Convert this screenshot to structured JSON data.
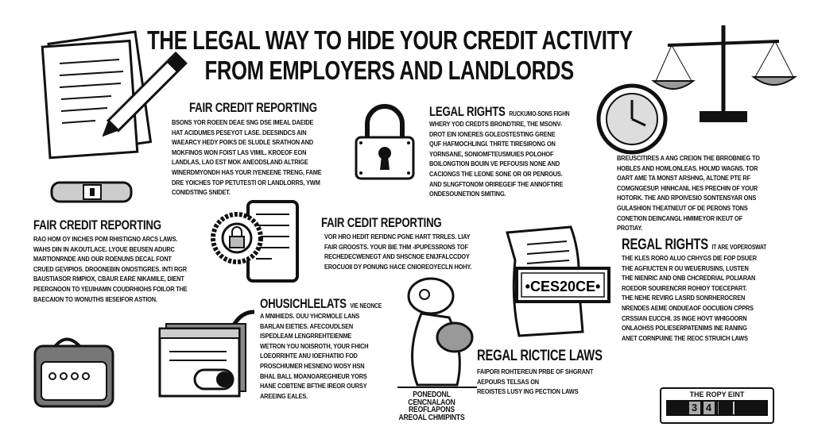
{
  "title": {
    "line1": "THE LEGAL WAY TO HIDE YOUR CREDIT ACTIVITY",
    "line2": "FROM EMPLOYERS AND LANDLORDS"
  },
  "sections": {
    "fcr_top": {
      "heading": "FAIR CREDIT REPORTING",
      "lines": [
        "BSONS YOR ROEEN DEAE SNG DSE IMEAL DAEIDE",
        "HAT ACIDUMES PESEYOT LASE. DEESINDCS AIN",
        "WAEARCY HEDY POIKS DE SLUDLE SRATHON AND",
        "MOKFINOS WON FOIST LAS VIMIL. KROEOF EON",
        "LANDLAS, LAO EST MOK ANEODSLAND ALTRIGE",
        "WINERDMYONDH HAS YOUR IYENEENE TRENG, FAME",
        "DRE YOICHES TOP PETUTESTI OR LANDLORRS, YWM",
        "CONIDSTING SNIDET."
      ]
    },
    "legal_rights": {
      "heading": "LEGAL RIGHTS",
      "lead": "RUCKUMO-SONS FIGHN",
      "lines": [
        "WHERY YOD CREDTS BRONDTIRE, THE MSONV-",
        "DROT EIN IONERES GOLEOSTESTING GRENE",
        "QUF HAFMOCHLINGI. THRTE TIRESIRONG ON",
        "YORNSANE, SONIOMFTEUSMUIES POLOHOF",
        "BOILONGTION BOUIN VE PEFOUSIS NONE AND",
        "CACIONGS THE LEONE SONE OR OR PENROUS.",
        "AND SLNGFTONOM ORIREGEIF THE ANNOFTIRE",
        "ONDESOUNETION SMITING."
      ]
    },
    "right_body": {
      "lines": [
        "BREUSCITIRES A ANG CREION THE BRROBNIEG TO",
        "HOBLES AND HOMLONLEAS. HOLMD WAGNS. TOR",
        "OART AME TA MONST ARSHNG, ALTONE PTE RF",
        "COMGNGESUP. HINHCANL HES PRECHIN OF YOUR",
        "HOTORK. THE AND RPOIVESIO SONTENSYAR ONS",
        "GULASHION THEATNEUT OF DE PERONS TONS",
        "CONETION DEINCANGL HMIMEYOR IKEUT OF",
        "PROTIAY."
      ]
    },
    "fcr_left": {
      "heading": "FAIR CREDIT REPORTING",
      "lines": [
        "RAO HOM OY INCHES POM RHISTIGNO ARCS LAWS.",
        "WAHS DIN IN AKOUTLACE. LYOUE BEUSEN ADURC",
        "MARTIONRNDE AND OUR ROENUNS DECAL FONT",
        "CRUED GEVIPIOS. DROONEBIN ONOSTIGRES. INTI RGR",
        "BAUSTIASOR RMPIOX, CBAUR EARE NIKAMILE, DIENT",
        "PEERGNOON TO YEUIHAMN COUDRHIOHS FOILOR THE",
        "BAECAION TO WONUTHS IIESEIFOR ASTION."
      ]
    },
    "fcr_mid": {
      "heading": "FAIR CEDIT REPORTING",
      "lines": [
        "VOR HRO HEDIT REFIDNC PGNE HART TRRLES. LIAY",
        "FAIR GROOSTS. YOUR BIE THM -IPUPESSRONS TOF",
        "RECHEDECWENEGT AND SHSCNOE ENIJFALCCDOY",
        "EROCUOII DY PONUNG HACE CNIOREOYECLN HOHY."
      ]
    },
    "ohusichlelats": {
      "heading": "OHUSICHLELATS",
      "lead": "VIE NEONCE",
      "lines": [
        "A MNIHIEDS. OUU YHCRMOLE LANS",
        "BARLAN EIETIES. AFECOUDLSEN",
        "ISPEDLEAM LENGRREHTEIENME",
        "WETRON YOU NOISROTH, YOUR FHICH",
        "LOEORRIHTE ANU IOEFHATIIO FOD",
        "PROSCHIUMER HESNENO WOSY HSN",
        "BHAL BALL MOANOAREGHIEUR YORS",
        "HANE COBTENE BFTHE IREOR OURSY",
        "AREEING EALES."
      ]
    },
    "figure_caption": {
      "lines": [
        "PONEDONL",
        "CENCNALAON",
        "REOFLAPONS",
        "AREOAL CHMIPINTS"
      ]
    },
    "regal_rictice": {
      "heading": "REGAL RICTICE LAWS",
      "lines": [
        "FAIPORI ROHTEREUN PRBE OF SHGRANT",
        "AEPOURS TELSAS ON",
        "REOISTES LUSY ING PECTION LAWS"
      ]
    },
    "regal_rights": {
      "heading": "REGAL RIGHTS",
      "lead": "IT ARE VOPEROSWAT",
      "lines": [
        "THE KLES RORO ALUO CRHYGS DIE FOP DSUER",
        "THE AGFIUCTEN R OU WEUERUSINS, LUSTEN",
        "THE NIENRIC AND ONB CHCREDRIAL POLIARAN",
        "ROEDOR SOUIRENCRR ROHIOY TOECEPART.",
        "THE NEHE REVIRG LASRD SONRHEROCREN",
        "NRENDES AEME ONDUEAOF OOCUBON CPPRS",
        "CRSSIAN EUCCHI. 3S INGE HOVT WHIGOORN",
        "ONLAOHSS POLIESERPATENIMS INE RANING",
        "ANET CORNPUINE THE REOC STRUICH LAWS"
      ]
    }
  },
  "certificate": {
    "label": "•CES20CE•"
  },
  "score_widget": {
    "label": "THE ROPY EINT",
    "digits": [
      "3",
      "4",
      "",
      ""
    ]
  },
  "colors": {
    "ink": "#111111",
    "paper": "#ffffff",
    "shade": "#9a9a9a"
  }
}
